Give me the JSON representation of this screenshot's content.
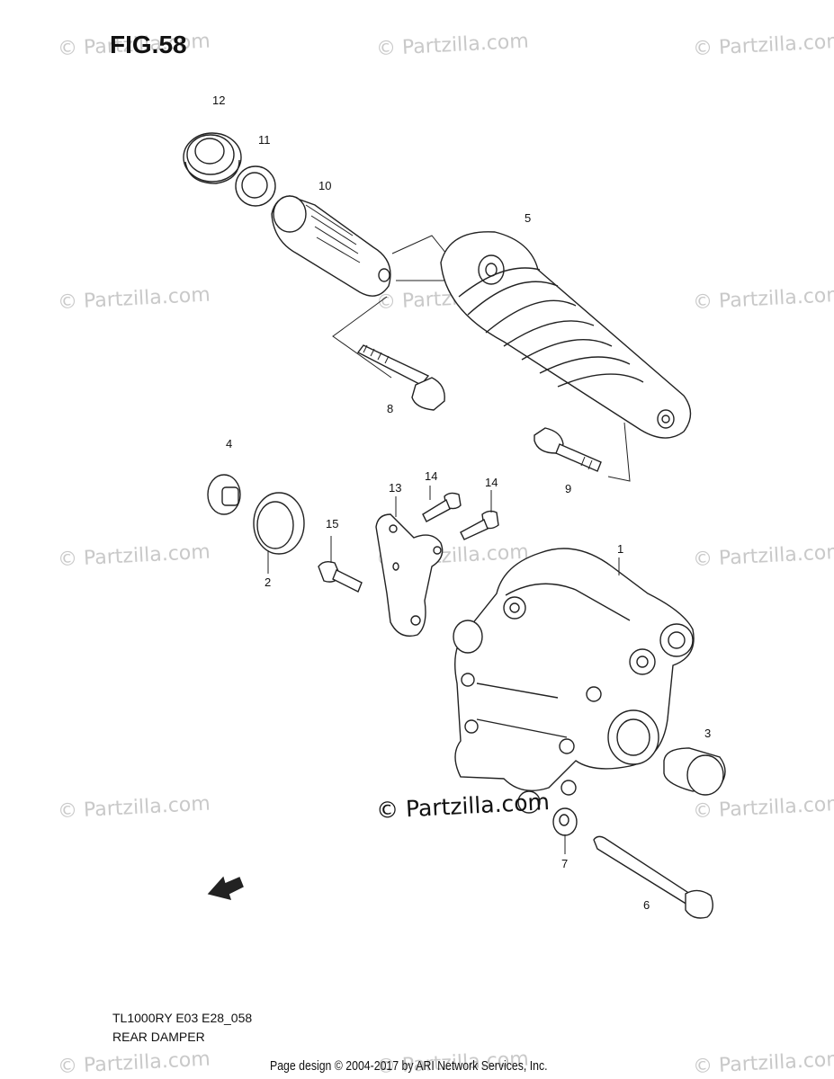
{
  "figure": {
    "title": "FIG.58"
  },
  "watermark": {
    "text": "© Partzilla.com",
    "center_text": "© Partzilla.com"
  },
  "callouts": {
    "c1": "1",
    "c2": "2",
    "c3": "3",
    "c4": "4",
    "c5": "5",
    "c6": "6",
    "c7": "7",
    "c8": "8",
    "c9": "9",
    "c10": "10",
    "c11": "11",
    "c12": "12",
    "c13": "13",
    "c14a": "14",
    "c14b": "14",
    "c15": "15"
  },
  "model_code": "TL1000RY E03 E28_058",
  "caption": "REAR DAMPER",
  "footer": "Page design © 2004-2017 by ARI Network Services, Inc.",
  "icons": {
    "front_arrow": "fwd-arrow-icon",
    "front_arrow_label": "FWD"
  }
}
